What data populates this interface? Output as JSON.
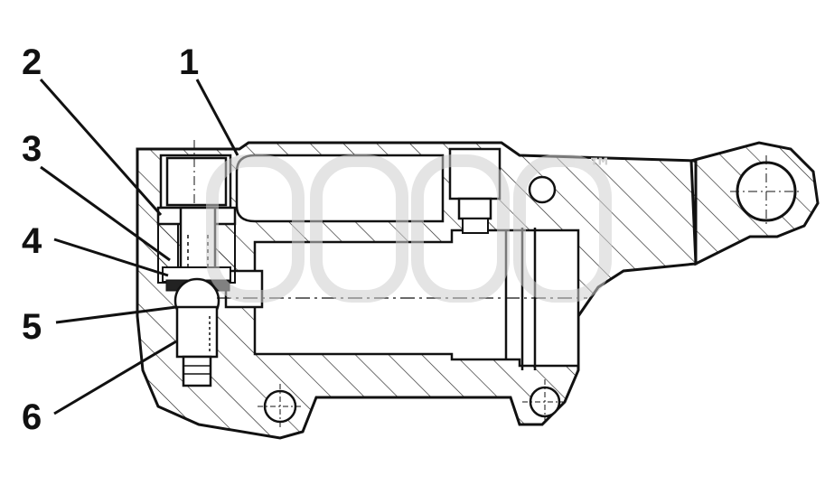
{
  "callouts": [
    {
      "label": "1"
    },
    {
      "label": "2"
    },
    {
      "label": "3"
    },
    {
      "label": "4"
    },
    {
      "label": "5"
    },
    {
      "label": "6"
    }
  ],
  "watermark": {
    "mark": "™"
  },
  "colors": {
    "line": "#111111",
    "hatch": "#222222",
    "watermark": "#cfcfcf",
    "background": "#ffffff"
  }
}
